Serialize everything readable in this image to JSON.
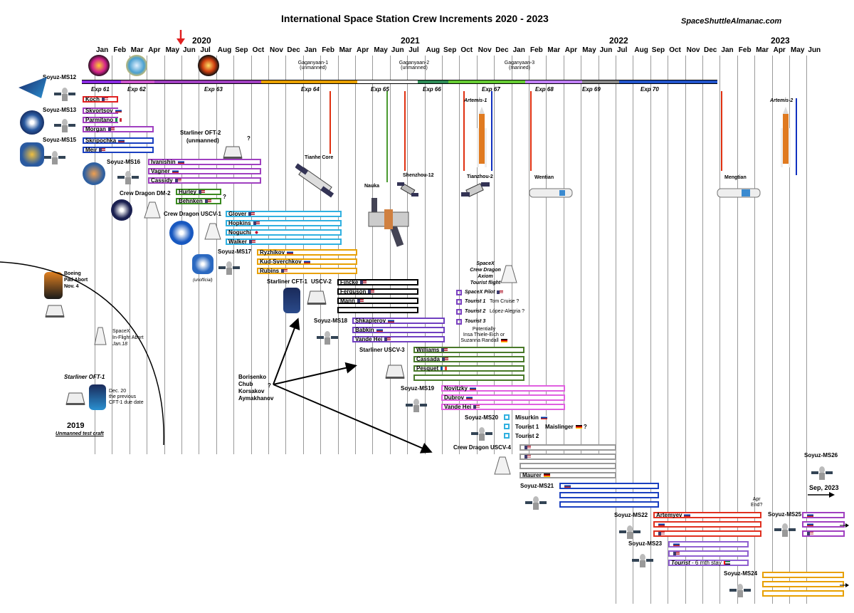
{
  "title": "International Space Station Crew Increments 2020 - 2023",
  "site": "SpaceShuttleAlmanac.com",
  "years": [
    "2020",
    "2021",
    "2022",
    "2023"
  ],
  "months": [
    "Jan",
    "Feb",
    "Mar",
    "Apr",
    "May",
    "Jun",
    "Jul",
    "Aug",
    "Sep",
    "Oct",
    "Nov",
    "Dec",
    "Jan",
    "Feb",
    "Mar",
    "Apr",
    "May",
    "Jun",
    "Jul",
    "Aug",
    "Sep",
    "Oct",
    "Nov",
    "Dec",
    "Jan",
    "Feb",
    "Mar",
    "Apr",
    "May",
    "Jun",
    "Jul",
    "Aug",
    "Sep",
    "Oct",
    "Nov",
    "Dec",
    "Jan",
    "Feb",
    "Mar",
    "Apr",
    "May",
    "Jun"
  ],
  "expeditions": [
    "Exp 61",
    "Exp 62",
    "Exp 63",
    "Exp 64",
    "Exp 65",
    "Exp 66",
    "Exp 67",
    "Exp 68",
    "Exp 69",
    "Exp 70"
  ],
  "gaganyaan": [
    {
      "name": "Gaganyaan-1",
      "sub": "(unmanned)"
    },
    {
      "name": "Gaganyaan-2",
      "sub": "(unmanned)"
    },
    {
      "name": "Gaganyaan-3",
      "sub": "(manned)"
    }
  ],
  "craft": {
    "ms12": "Soyuz-MS12",
    "ms13": "Soyuz-MS13",
    "ms15": "Soyuz-MS15",
    "ms16": "Soyuz-MS16",
    "dm2": "Crew Dragon DM-2",
    "uscv1": "Crew Dragon USCV-1",
    "ms17": "Soyuz-MS17",
    "cft1": "Starliner CFT-1",
    "uscv2": "USCV-2",
    "ms18": "Soyuz-MS18",
    "uscv3": "Starliner  USCV-3",
    "ms19": "Soyuz-MS19",
    "ms20": "Soyuz-MS20",
    "uscv4": "Crew Dragon  USCV-4",
    "ms21": "Soyuz-MS21",
    "ms22": "Soyuz-MS22",
    "ms23": "Soyuz-MS23",
    "ms24": "Soyuz-MS24",
    "ms25": "Soyuz-MS25",
    "ms26": "Soyuz-MS26",
    "oft2": "Starliner OFT-2",
    "oft2sub": "(unmanned)",
    "oft2q": "?",
    "oft1": "Starliner OFT-1"
  },
  "crews": {
    "koch": "Koch",
    "skvortsov": "Skvortsov",
    "parmitano": "Parmitano",
    "morgan": "Morgan",
    "skripochka": "Skripochka",
    "meir": "Meir",
    "ivanishin": "Ivanishin",
    "vagner": "Vagner",
    "cassidy": "Cassidy",
    "hurley": "Hurley",
    "behnken": "Behnken",
    "glover": "Glover",
    "hopkins": "Hopkins",
    "noguchi": "Noguchi",
    "walker": "Walker",
    "ryzhikov": "Ryzhikov",
    "kudsverchkov": "Kud-Sverchkov",
    "rubins": "Rubins",
    "fincke": "Fincke",
    "ferguson": "Ferguson",
    "mann": "Mann",
    "shkaplerov": "Shkaplerov",
    "babkin": "Babkin",
    "vandehei1": "Vande Hei",
    "williams": "Williams",
    "cassada": "Cassada",
    "pesquet": "Pesquet",
    "novitzky": "Novitzky",
    "dubrov": "Dubrov",
    "vandehei2": "Vande Hei",
    "misurkin": "Misurkin",
    "tourist1": "Tourist 1",
    "tourist2": "Tourist 2",
    "maislinger": "Maislinger",
    "maurer": "Maurer",
    "artemyev": "Artemyev",
    "tourist6": "Tourist",
    "tourist6b": " - 6 mth stay"
  },
  "stations": {
    "tianhe": "Tianhe Core",
    "nauka": "Nauka",
    "shenzhou": "Shenzhou-12",
    "tianzhou": "Tianzhou-2",
    "wentian": "Wentian",
    "mengtian": "Mengtian",
    "artemis1": "Artemis-1",
    "artemis2": "Artemis-2"
  },
  "axiom": {
    "h1": "SpaceX",
    "h2": "Crew Dragon",
    "h3": "Axiom",
    "h4": "Tourist flight",
    "pilot": "SpaceX Pilot",
    "t1": "Tourist 1",
    "t1b": "Tom Cruise ?",
    "t2": "Tourist 2",
    "t2b": "López-Alegria ?",
    "t3": "Tourist 3",
    "pot1": "Potentially",
    "pot2": "Insa Thiele-Eich or",
    "pot3": "Suzanna Randall"
  },
  "notes": {
    "borisenko": "Borisenko",
    "chub": "Chub",
    "korsakov": "Korsakov",
    "aymakhanov": "Aymakhanov",
    "q": "?",
    "boeing1": "Boeing",
    "boeing2": "Pad Abort",
    "boeing3": "Nov. 4",
    "spacex1": "SpaceX",
    "spacex2": "In-Flight Abort",
    "spacex3": "Jan.18",
    "dec1": "Dec. 20",
    "dec2": "the previous",
    "dec3": "CFT-1 due date",
    "y2019": "2019",
    "unmanned": "Unmanned test craft",
    "unofficial": "(unofficial)",
    "aprend1": "Apr",
    "aprend2": "End?",
    "sep2023": "Sep, 2023"
  },
  "colors": {
    "exp_band": [
      "#8a2be2",
      "#cc55cc",
      "#e8a000",
      "#ffffff",
      "#2e8b57",
      "#4aa02c",
      "#8a2be2",
      "#c080ff",
      "#888888",
      "#2255cc"
    ]
  }
}
